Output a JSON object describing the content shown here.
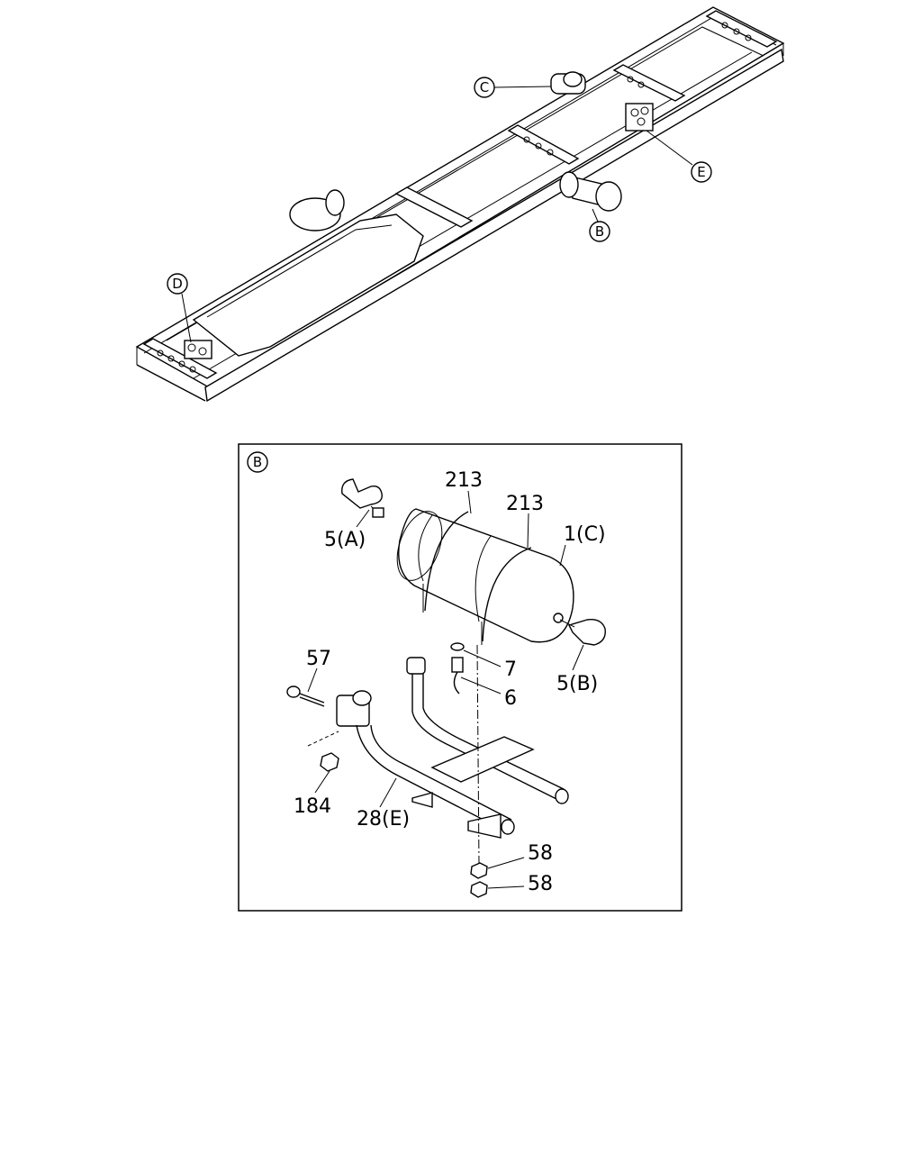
{
  "overview": {
    "callouts": {
      "c": "C",
      "e": "E",
      "b": "B",
      "d": "D"
    }
  },
  "detail": {
    "view_tag": "B",
    "labels": {
      "p213a": "213",
      "p213b": "213",
      "p1c": "1(C)",
      "p5a": "5(A)",
      "p5b": "5(B)",
      "p7": "7",
      "p6": "6",
      "p57": "57",
      "p184": "184",
      "p28e": "28(E)",
      "p58a": "58",
      "p58b": "58"
    }
  }
}
